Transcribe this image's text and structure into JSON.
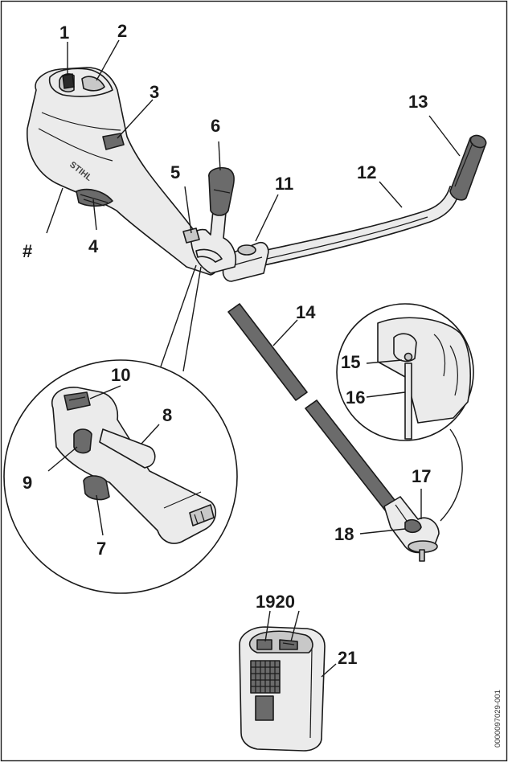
{
  "labels": {
    "l1": "1",
    "l2": "2",
    "l3": "3",
    "l4": "4",
    "l5": "5",
    "l6": "6",
    "l7": "7",
    "l8": "8",
    "l9": "9",
    "l10": "10",
    "l11": "11",
    "l12": "12",
    "l13": "13",
    "l14": "14",
    "l15": "15",
    "l16": "16",
    "l17": "17",
    "l18": "18",
    "l1920": "1920",
    "l21": "21",
    "lhash": "#"
  },
  "brand": "STIHL",
  "doc_id": "0000097029-001",
  "colors": {
    "frame": "#1a1a1a",
    "housing": "#ebebeb",
    "grip": "#6b6b6b"
  }
}
